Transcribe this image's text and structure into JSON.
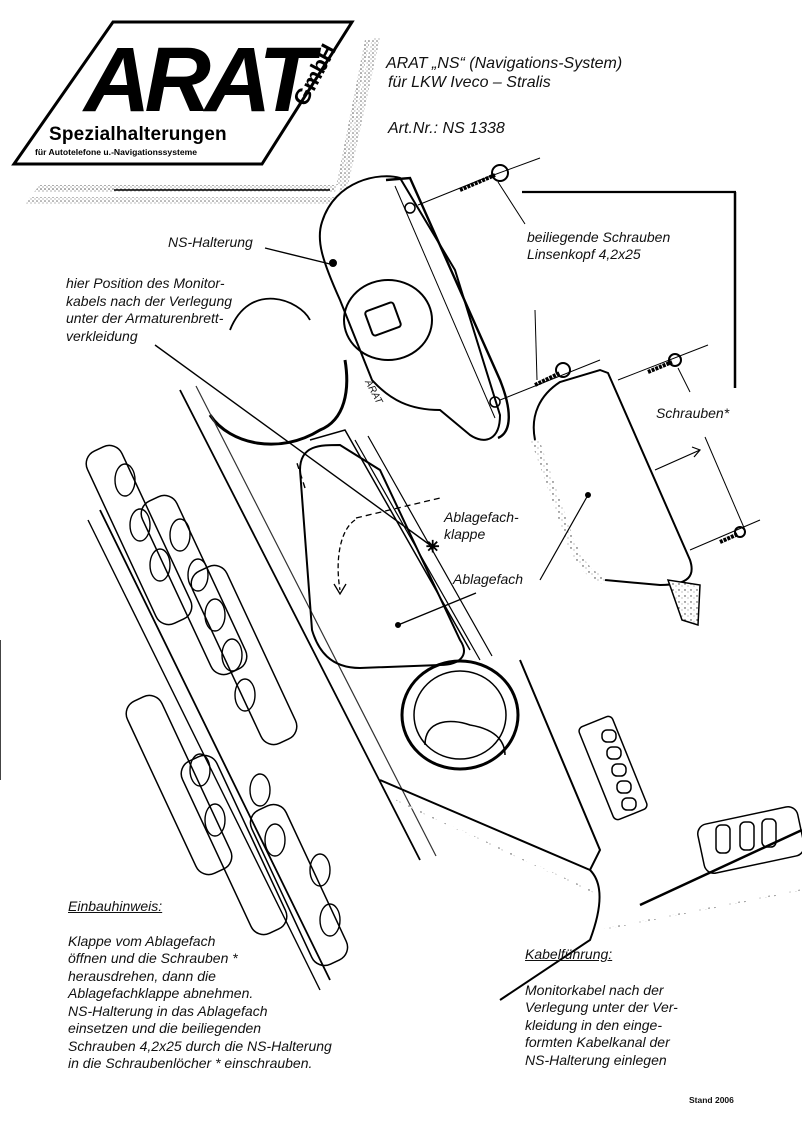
{
  "logo": {
    "brand": "ARAT",
    "suffix": "GmbH",
    "tagline": "Spezialhalterungen",
    "subtagline": "für Autotelefone u.-Navigationssysteme"
  },
  "header": {
    "title_line1": "ARAT „NS“ (Navigations-System)",
    "title_line2": "für LKW Iveco – Stralis",
    "article_number": "Art.Nr.:  NS 1338"
  },
  "labels": {
    "ns_halterung": "NS-Halterung",
    "cable_position": [
      "hier Position des Monitor-",
      "kabels nach der Verlegung",
      "unter der Armaturenbrett-",
      "verkleidung"
    ],
    "screws_included": [
      "beiliegende Schrauben",
      "Linsenkopf 4,2x25"
    ],
    "screws_star": "Schrauben*",
    "flap": [
      "Ablagefach-",
      "klappe"
    ],
    "compartment": "Ablagefach",
    "bracket_engraving": "ARAT"
  },
  "installation": {
    "heading": "Einbauhinweis:",
    "lines": [
      "Klappe vom Ablagefach",
      "öffnen und die Schrauben *",
      "herausdrehen, dann die",
      "Ablagefachklappe abnehmen.",
      "NS-Halterung in das Ablagefach",
      "einsetzen und die beiliegenden",
      "Schrauben 4,2x25 durch die NS-Halterung",
      "in die Schraubenlöcher * einschrauben."
    ]
  },
  "cable_routing": {
    "heading": "Kabelführung:",
    "lines": [
      "Monitorkabel nach der",
      "Verlegung unter der Ver-",
      "kleidung in den einge-",
      "formten Kabelkanal der",
      "NS-Halterung einlegen"
    ]
  },
  "footer": {
    "stand": "Stand 2006"
  },
  "colors": {
    "ink": "#111111",
    "paper": "#ffffff",
    "shadow": "#9a9a9a"
  }
}
